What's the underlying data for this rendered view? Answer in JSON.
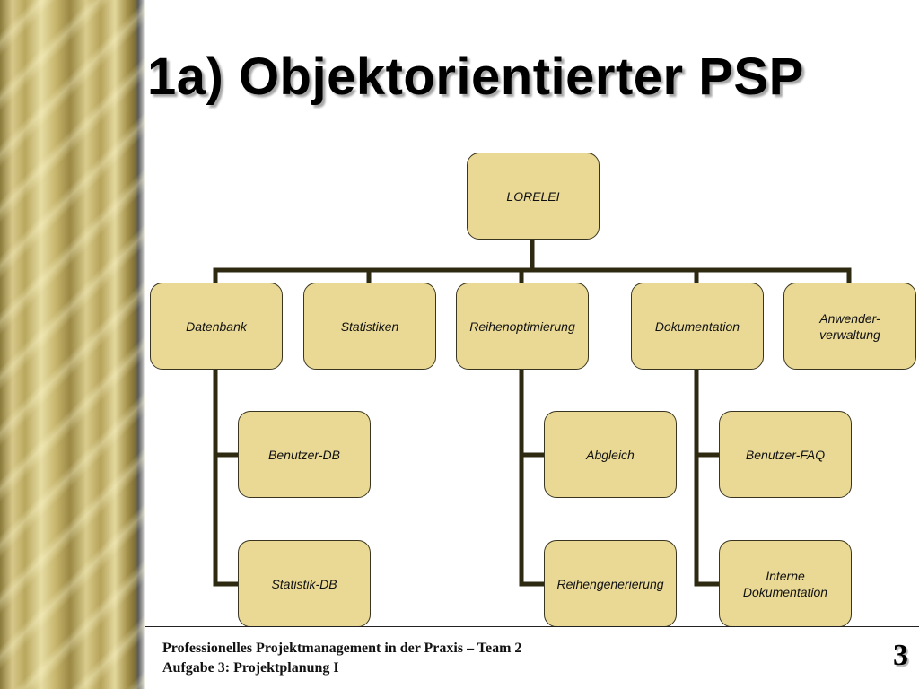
{
  "slide": {
    "title": "1a) Objektorientierter PSP",
    "page_number": "3"
  },
  "footer": {
    "line1": "Professionelles Projektmanagement in der Praxis – Team 2",
    "line2": "Aufgabe 3: Projektplanung I"
  },
  "colors": {
    "node_fill": "#e9d995",
    "node_border": "#3a3520",
    "connector": "#2e2a12"
  },
  "psp": {
    "root": "LORELEI",
    "level1": {
      "datenbank": "Datenbank",
      "statistiken": "Statistiken",
      "reihenoptimierung": "Reihenoptimierung",
      "dokumentation": "Dokumentation",
      "anwenderverwaltung": "Anwender-\nverwaltung"
    },
    "level2": {
      "benutzer_db": "Benutzer-DB",
      "statistik_db": "Statistik-DB",
      "abgleich": "Abgleich",
      "reihengenerierung": "Reihengenerierung",
      "benutzer_faq": "Benutzer-FAQ",
      "interne_dokumentation": "Interne\nDokumentation"
    }
  }
}
